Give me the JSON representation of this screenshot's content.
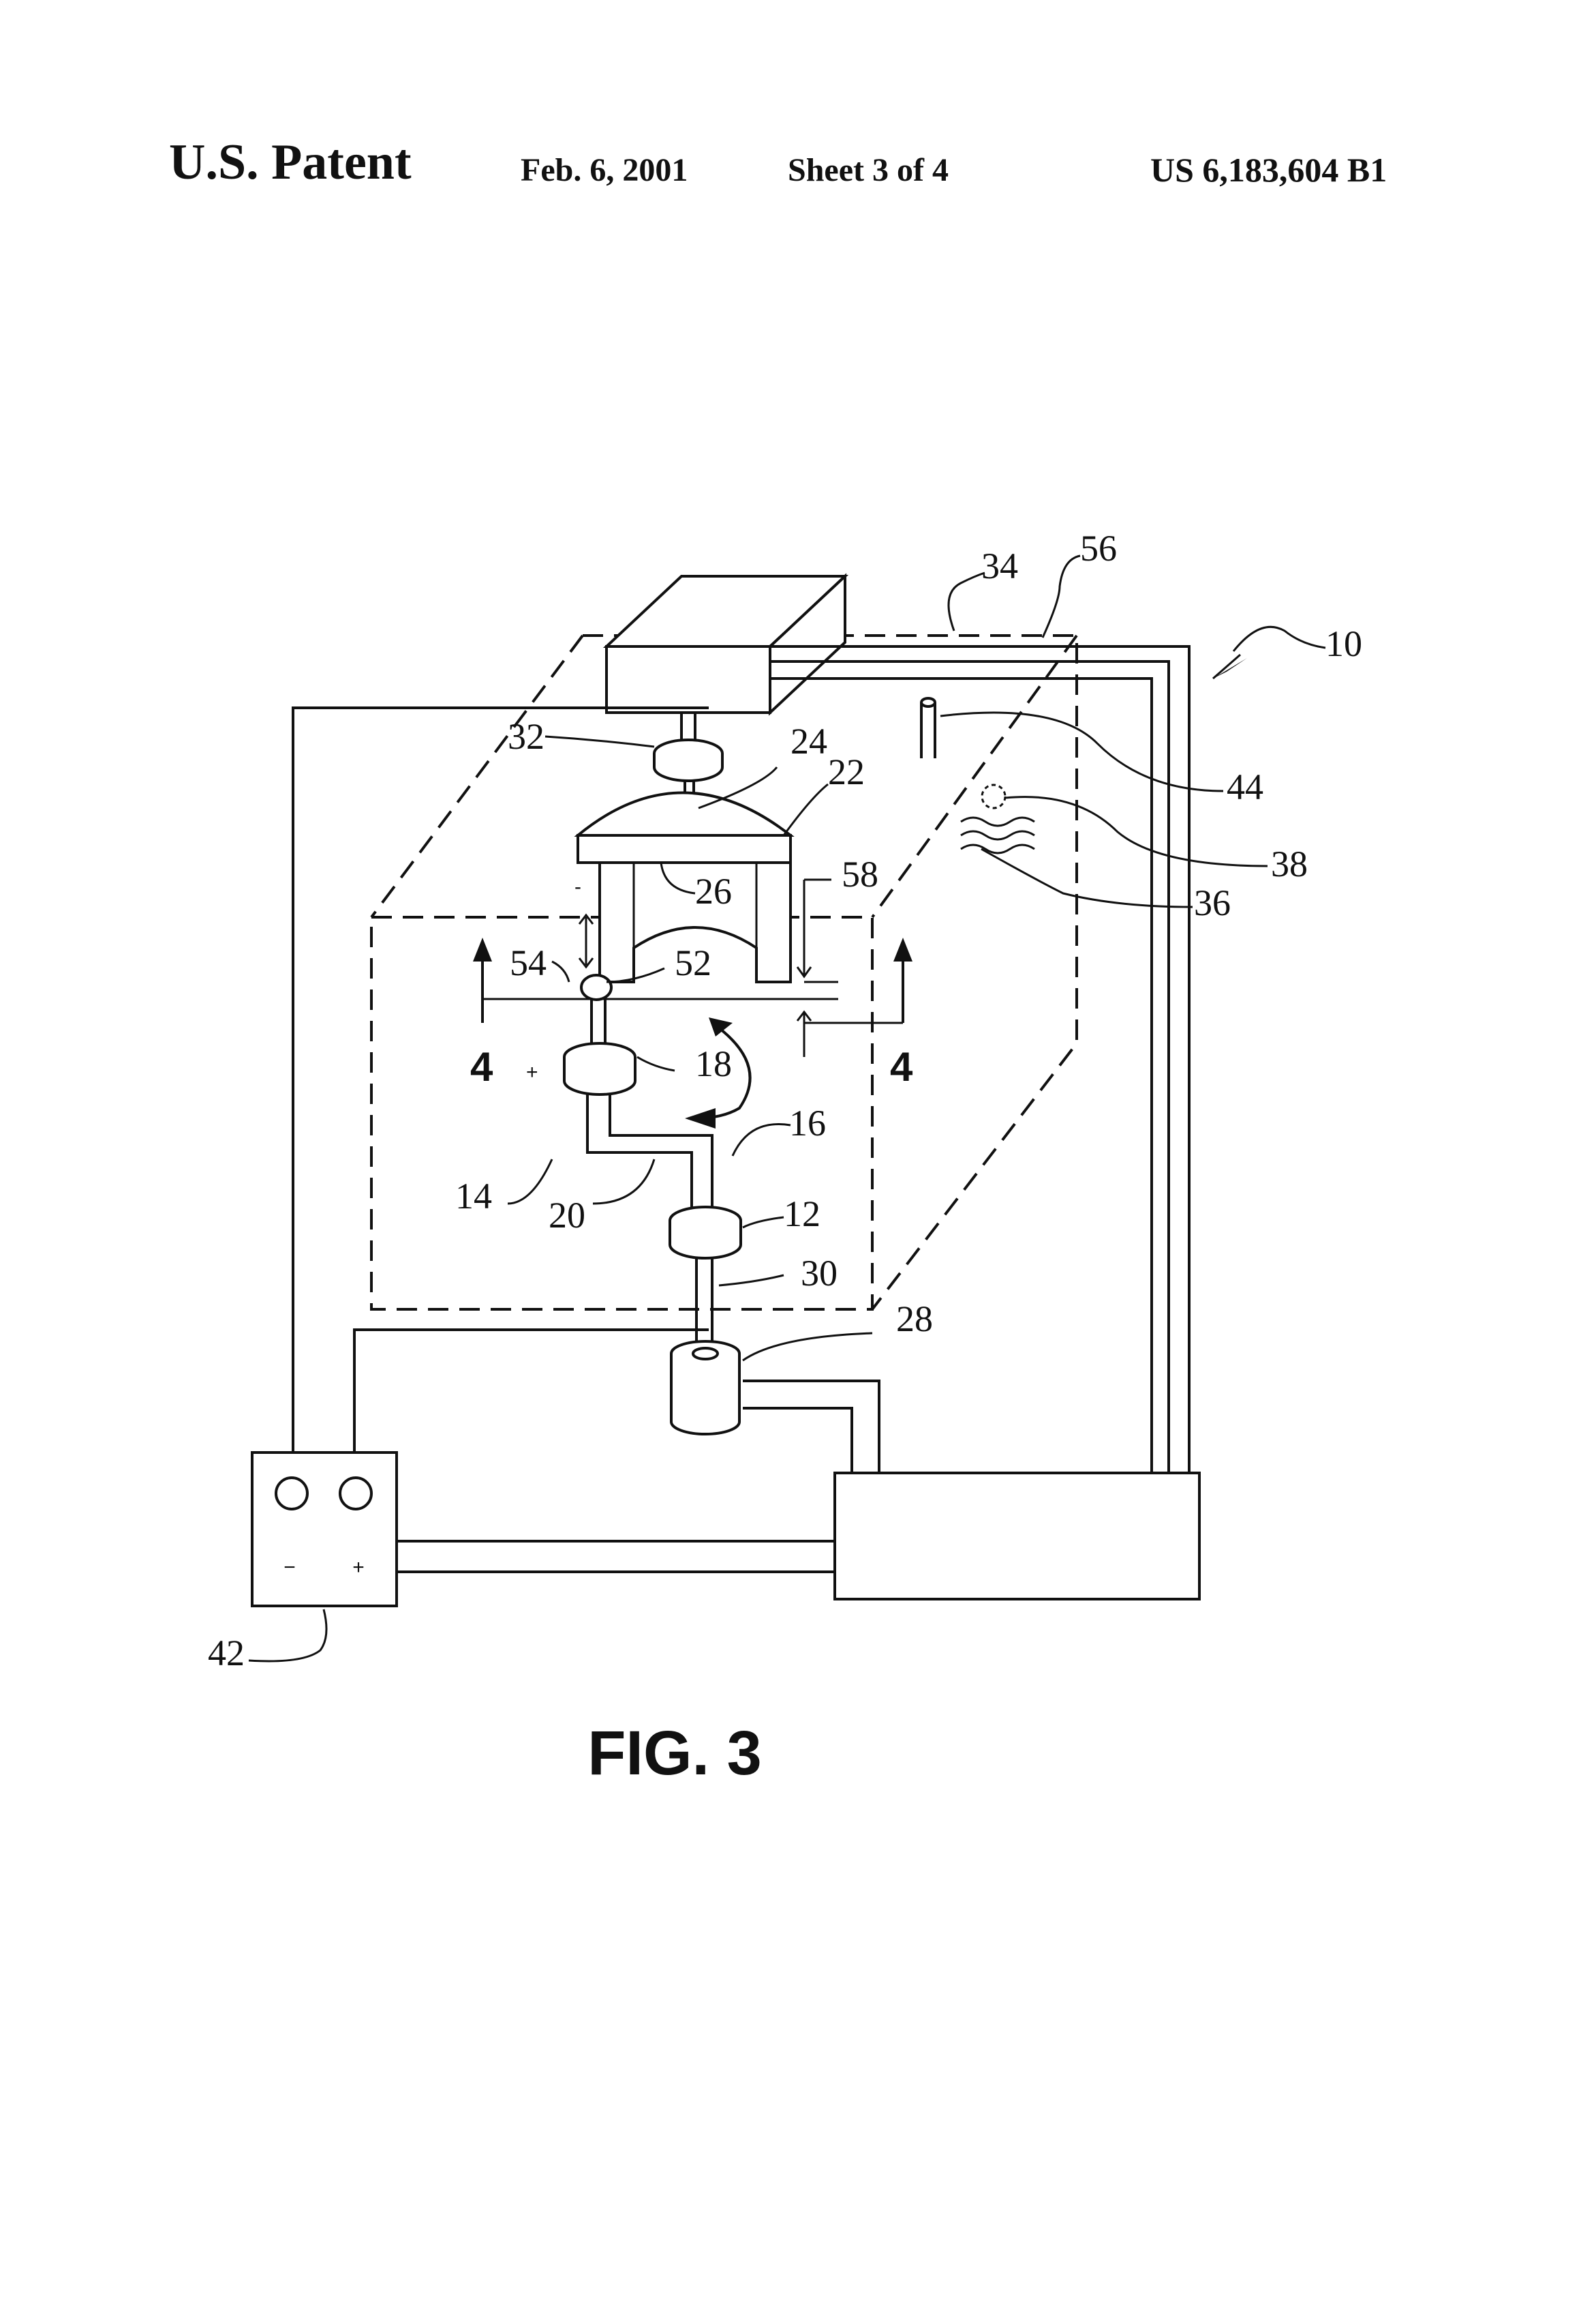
{
  "header": {
    "patent_label": "U.S. Patent",
    "date": "Feb. 6, 2001",
    "sheet": "Sheet 3 of 4",
    "patent_number": "US 6,183,604 B1"
  },
  "figure": {
    "caption": "FIG. 3",
    "section_marks": [
      "4",
      "4"
    ],
    "polarity": {
      "minus": "−",
      "plus": "+"
    },
    "small_marks": {
      "minus": "-",
      "plus": "+"
    },
    "reference_numerals": [
      "10",
      "12",
      "14",
      "16",
      "18",
      "20",
      "22",
      "24",
      "26",
      "28",
      "30",
      "32",
      "34",
      "36",
      "38",
      "42",
      "44",
      "52",
      "54",
      "56",
      "58"
    ]
  }
}
